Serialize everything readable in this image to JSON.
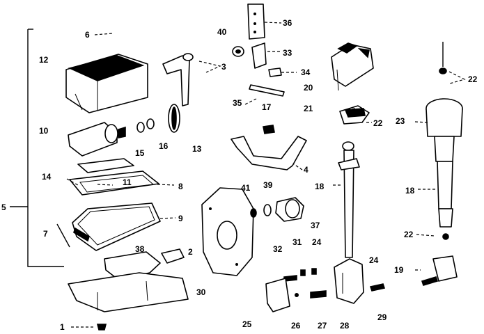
{
  "labels": {
    "l1": "1",
    "l2": "2",
    "l3": "3",
    "l4": "4",
    "l5": "5",
    "l6": "6",
    "l7": "7",
    "l8": "8",
    "l9": "9",
    "l10": "10",
    "l11": "11",
    "l12": "12",
    "l13": "13",
    "l14": "14",
    "l15": "15",
    "l16": "16",
    "l17": "17",
    "l18a": "18",
    "l18b": "18",
    "l19": "19",
    "l20": "20",
    "l21": "21",
    "l22a": "22",
    "l22b": "22",
    "l22c": "22",
    "l23": "23",
    "l24a": "24",
    "l24b": "24",
    "l25": "25",
    "l26": "26",
    "l27": "27",
    "l28": "28",
    "l29": "29",
    "l30": "30",
    "l31": "31",
    "l32": "32",
    "l33": "33",
    "l34": "34",
    "l35": "35",
    "l36": "36",
    "l37": "37",
    "l38": "38",
    "l39": "39",
    "l40": "40",
    "l41": "41"
  }
}
